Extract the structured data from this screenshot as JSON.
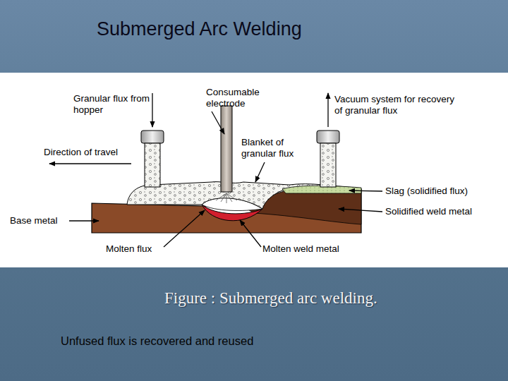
{
  "diagram": {
    "title": "Submerged Arc Welding",
    "caption": "Figure :  Submerged arc welding.",
    "labels": [
      "Granular flux from hopper",
      "Consumable electrode",
      "Vacuum system for recovery of granular flux",
      "Direction of travel",
      "Blanket of granular flux",
      "Slag (solidified flux)",
      "Base metal",
      "Solidified weld metal",
      "Molten flux",
      "Molten weld metal",
      "Unfused flux is recovered and reused"
    ]
  }
}
